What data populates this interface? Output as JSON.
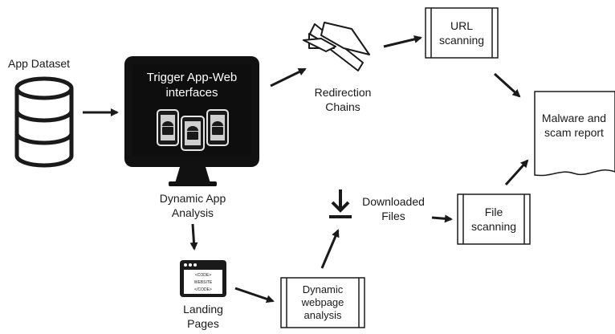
{
  "nodes": {
    "app_dataset": "App Dataset",
    "monitor_text": "Trigger App-Web\ninterfaces",
    "dynamic_app_analysis": "Dynamic App\nAnalysis",
    "redirection_chains": "Redirection\nChains",
    "url_scanning": "URL\nscanning",
    "report": "Malware and\nscam report",
    "downloaded_files": "Downloaded\nFiles",
    "file_scanning": "File\nscanning",
    "landing_pages": "Landing\nPages",
    "dynamic_webpage_analysis": "Dynamic\nwebpage\nanalysis",
    "code_lines": [
      "<CODE>",
      "WEBSITE",
      "</CODE>"
    ]
  },
  "colors": {
    "ink": "#1a1a1a",
    "monitor": "#111111",
    "screen": "#0e0e0e",
    "paper": "#ffffff"
  },
  "icons": [
    "database-icon",
    "monitor-icon",
    "phone-icon",
    "android-icon",
    "redirect-arrows-icon",
    "download-icon",
    "browser-code-icon",
    "document-icon"
  ]
}
